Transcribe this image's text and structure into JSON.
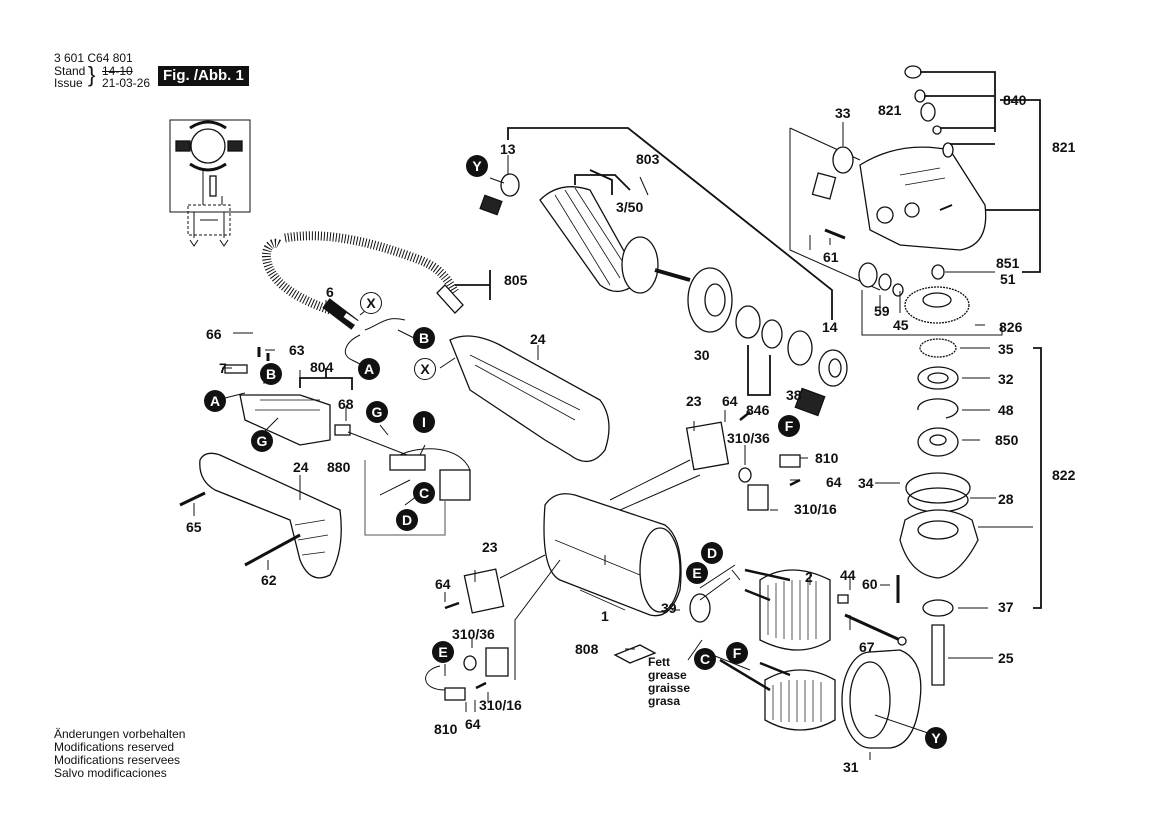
{
  "header": {
    "part_number": "3 601 C64 801",
    "stand_label": "Stand",
    "issue_label": "Issue",
    "old_date": "14-10",
    "new_date": "21-03-26",
    "figure_label": "Fig. /Abb. 1"
  },
  "footer": {
    "lines": [
      "Änderungen vorbehalten",
      "Modifications reserved",
      "Modifications reservees",
      "Salvo modificaciones"
    ]
  },
  "grease_note": {
    "lines": [
      "Fett",
      "grease",
      "graisse",
      "grasa"
    ]
  },
  "connector_badges": {
    "Y1": "Y",
    "Y2": "Y",
    "X1": "X",
    "X2": "X",
    "A1": "A",
    "A2": "A",
    "B1": "B",
    "B2": "B",
    "G1": "G",
    "G2": "G",
    "I1": "I",
    "C1": "C",
    "C2": "C",
    "D1": "D",
    "D2": "D",
    "E1": "E",
    "E2": "E",
    "F1": "F",
    "F2": "F"
  },
  "part_labels": {
    "p13": "13",
    "p803": "803",
    "p3_50": "3/50",
    "p33": "33",
    "p821a": "821",
    "p840": "840",
    "p821b": "821",
    "p61": "61",
    "p851": "851",
    "p51": "51",
    "p59": "59",
    "p45": "45",
    "p826": "826",
    "p805": "805",
    "p6": "6",
    "p14": "14",
    "p30": "30",
    "p38": "38",
    "p846": "846",
    "p35": "35",
    "p32": "32",
    "p48": "48",
    "p850": "850",
    "p822": "822",
    "p34": "34",
    "p28": "28",
    "p60": "60",
    "p37": "37",
    "p25": "25",
    "p66": "66",
    "p63": "63",
    "p7": "7",
    "p804": "804",
    "p68": "68",
    "p24a": "24",
    "p24b": "24",
    "p880": "880",
    "p65": "65",
    "p62": "62",
    "p23a": "23",
    "p64a": "64",
    "p310_36a": "310/36",
    "p810a": "810",
    "p64b": "64",
    "p310_16a": "310/16",
    "p23b": "23",
    "p64c": "64",
    "p1": "1",
    "p39": "39",
    "p808": "808",
    "p310_36b": "310/36",
    "p310_16b": "310/16",
    "p810b": "810",
    "p64d": "64",
    "p2": "2",
    "p44": "44",
    "p67": "67",
    "p31": "31"
  }
}
